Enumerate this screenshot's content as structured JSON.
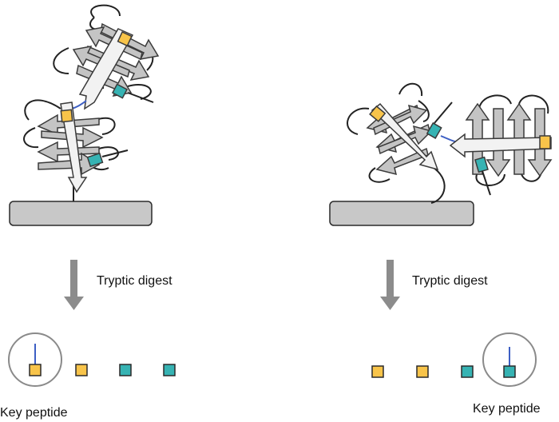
{
  "colors": {
    "strand_fill": "#c4c4c4",
    "strand_stroke": "#3a3a3a",
    "helix_fill": "#f2f2f2",
    "surface_fill": "#c8c8c8",
    "arrow_gray": "#8c8c8c",
    "peptide_yellow": "#f8c44a",
    "peptide_teal": "#36b3b3",
    "linker_blue": "#3d5fc4",
    "circle_stroke": "#8a8a8a"
  },
  "panels": [
    {
      "arrow_label": "Tryptic digest",
      "key_label": "Key peptide",
      "peptides": [
        "yellow",
        "yellow",
        "teal",
        "teal"
      ],
      "key_peptide_index": 0
    },
    {
      "arrow_label": "Tryptic digest",
      "key_label": "Key peptide",
      "peptides": [
        "yellow",
        "yellow",
        "teal",
        "teal"
      ],
      "key_peptide_index": 3
    }
  ]
}
